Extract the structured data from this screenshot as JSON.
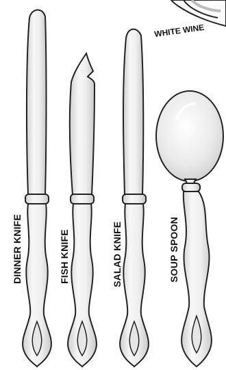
{
  "labels": {
    "white_wine": "WHITE WINE",
    "dinner_knife": "DINNER KNIFE",
    "fish_knife": "FISH KNIFE",
    "salad_knife": "SALAD KNIFE",
    "soup_spoon": "SOUP SPOON"
  },
  "colors": {
    "outline": "#222222",
    "metal_light": "#f4f4f4",
    "metal_mid": "#d9d9d9",
    "metal_dark": "#bdbdbd",
    "text": "#111111"
  }
}
